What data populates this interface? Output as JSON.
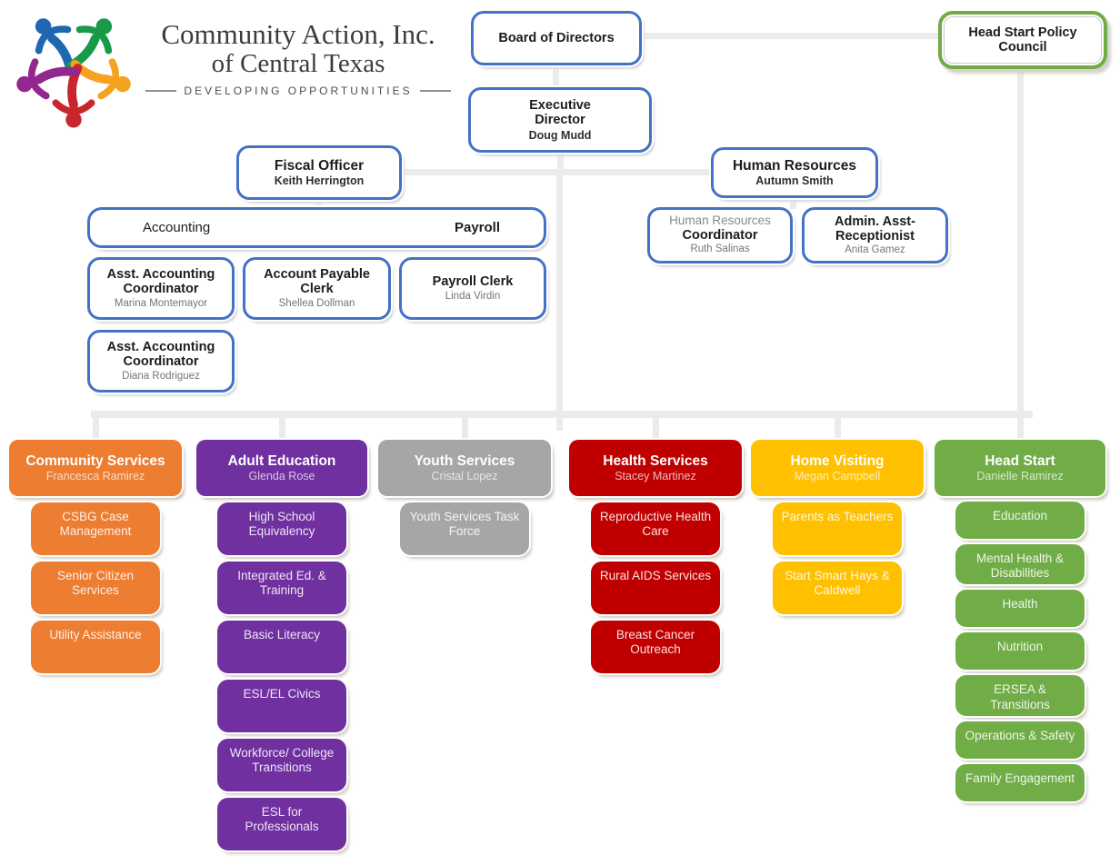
{
  "logo": {
    "title_line1": "Community Action, Inc.",
    "title_line2": "of Central Texas",
    "tagline": "DEVELOPING OPPORTUNITIES",
    "figure_colors": [
      "#1F67B1",
      "#189A4A",
      "#F5A21F",
      "#C9252C",
      "#93268F"
    ]
  },
  "colors": {
    "blue_border": "#4472C4",
    "green_border": "#70AD47",
    "connector": "#EBEBEB"
  },
  "admin_nodes": {
    "board": {
      "title": "Board of Directors"
    },
    "policy_council": {
      "title": "Head Start Policy Council"
    },
    "executive": {
      "title": "Executive Director",
      "name": "Doug Mudd"
    },
    "fiscal": {
      "title": "Fiscal Officer",
      "name": "Keith Herrington"
    },
    "hr": {
      "title": "Human Resources",
      "name": "Autumn Smith"
    },
    "accounting_payroll": {
      "left_label": "Accounting",
      "right_label": "Payroll"
    },
    "asst_accounting_1": {
      "title": "Asst. Accounting Coordinator",
      "name": "Marina Montemayor"
    },
    "account_payable": {
      "title": "Account Payable Clerk",
      "name": "Shellea Dollman"
    },
    "payroll_clerk": {
      "title": "Payroll Clerk",
      "name": "Linda Virdin"
    },
    "asst_accounting_2": {
      "title": "Asst. Accounting Coordinator",
      "name": "Diana Rodriguez"
    },
    "hr_coordinator": {
      "title_light": "Human Resources",
      "title_bold": "Coordinator",
      "name": "Ruth Salinas"
    },
    "admin_receptionist": {
      "title": "Admin. Asst-Receptionist",
      "name": "Anita Gamez"
    }
  },
  "departments": [
    {
      "id": "community-services",
      "title": "Community Services",
      "name": "Francesca Ramirez",
      "color": "#ED7D31",
      "children": [
        "CSBG Case Management",
        "Senior Citizen Services",
        "Utility Assistance"
      ]
    },
    {
      "id": "adult-education",
      "title": "Adult Education",
      "name": "Glenda Rose",
      "color": "#7030A0",
      "children": [
        "High School Equivalency",
        "Integrated Ed. & Training",
        "Basic Literacy",
        "ESL/EL Civics",
        "Workforce/ College Transitions",
        "ESL for Professionals"
      ]
    },
    {
      "id": "youth-services",
      "title": "Youth Services",
      "name": "Cristal Lopez",
      "color": "#A6A6A6",
      "children": [
        "Youth Services Task Force"
      ]
    },
    {
      "id": "health-services",
      "title": "Health Services",
      "name": "Stacey Martinez",
      "color": "#C00000",
      "children": [
        "Reproductive Health Care",
        "Rural AIDS Services",
        "Breast Cancer Outreach"
      ]
    },
    {
      "id": "home-visiting",
      "title": "Home Visiting",
      "name": "Megan Campbell",
      "color": "#FFC000",
      "children": [
        "Parents as Teachers",
        "Start Smart Hays & Caldwell"
      ]
    },
    {
      "id": "head-start",
      "title": "Head Start",
      "name": "Danielle Ramirez",
      "color": "#70AD47",
      "children": [
        "Education",
        "Mental Health & Disabilities",
        "Health",
        "Nutrition",
        "ERSEA & Transitions",
        "Operations & Safety",
        "Family Engagement"
      ]
    }
  ]
}
